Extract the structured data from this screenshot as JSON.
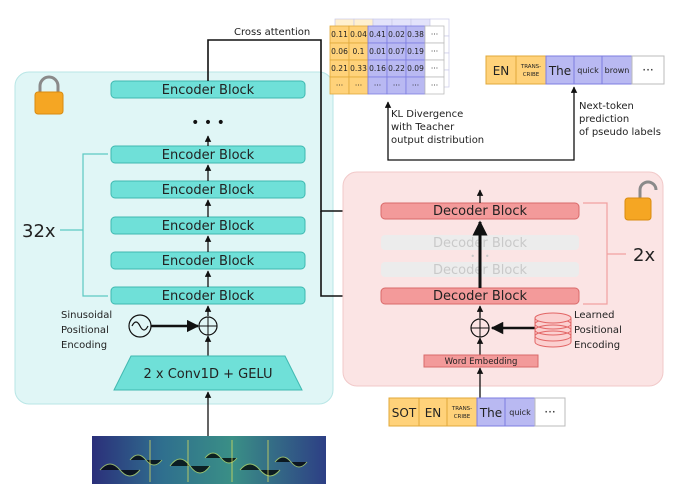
{
  "encoder": {
    "blocks": [
      "Encoder Block",
      "Encoder Block",
      "Encoder Block",
      "Encoder Block",
      "Encoder Block",
      "Encoder Block"
    ],
    "repeat_label": "32x",
    "conv_label": "2 x Conv1D + GELU",
    "pos_label": [
      "Sinusoidal",
      "Positional",
      "Encoding"
    ],
    "ellipsis": "• • •"
  },
  "decoder": {
    "top_block": "Decoder Block",
    "bottom_block": "Decoder Block",
    "ghost_blocks": [
      "Decoder Block",
      "Decoder Block"
    ],
    "repeat_label": "2x",
    "word_embedding": "Word Embedding",
    "pos_label": [
      "Learned",
      "Positional",
      "Encoding"
    ],
    "ellipsis": "• • •"
  },
  "labels": {
    "cross_attention": "Cross attention",
    "kl": [
      "KL Divergence",
      "with Teacher",
      "output distribution"
    ],
    "next_token": [
      "Next-token",
      "prediction",
      "of pseudo labels"
    ]
  },
  "matrix": [
    [
      "0.11",
      "0.04",
      "0.41",
      "0.02",
      "0.38",
      "···"
    ],
    [
      "0.06",
      "0.1",
      "0.01",
      "0.07",
      "0.19",
      "···"
    ],
    [
      "0.21",
      "0.33",
      "0.16",
      "0.22",
      "0.09",
      "···"
    ],
    [
      "···",
      "···",
      "···",
      "···",
      "···",
      "···"
    ]
  ],
  "output_tokens": [
    "EN",
    "TRANS-",
    "CRIBE",
    "The",
    "quick",
    "brown",
    "···"
  ],
  "input_tokens": [
    "SOT",
    "EN",
    "TRANS-",
    "CRIBE",
    "The",
    "quick",
    "···"
  ],
  "colors": {
    "encoder_panel": "#e0f6f6",
    "encoder_block": "#6fe0d8",
    "decoder_panel": "#fbe4e4",
    "decoder_block": "#f39a9a",
    "token_orange": "#ffd27a",
    "token_blue": "#b9b9f2",
    "lock": "#f5a623"
  }
}
